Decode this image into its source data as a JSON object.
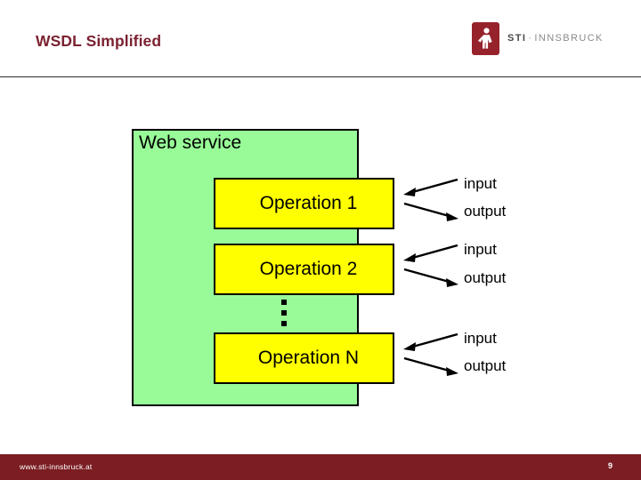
{
  "slide": {
    "title": "WSDL Simplified",
    "title_color": "#7B2231",
    "background": "#FFFFFF"
  },
  "logo": {
    "mark_name": "sti-figure-icon",
    "mark_color": "#96222C",
    "sti": "STI",
    "separator": "·",
    "innsbruck": "INNSBRUCK"
  },
  "diagram": {
    "container": {
      "label": "Web service",
      "fill": "#98FB98",
      "border": "#000000"
    },
    "operations": [
      {
        "label": "Operation 1",
        "fill": "#FFFF00",
        "input": "input",
        "output": "output"
      },
      {
        "label": "Operation 2",
        "fill": "#FFFF00",
        "input": "input",
        "output": "output"
      },
      {
        "label": "Operation N",
        "fill": "#FFFF00",
        "input": "input",
        "output": "output"
      }
    ],
    "ellipsis": "⋮"
  },
  "footer": {
    "url": "www.sti-innsbruck.at",
    "page_number": "9",
    "background": "#7B1D22"
  }
}
